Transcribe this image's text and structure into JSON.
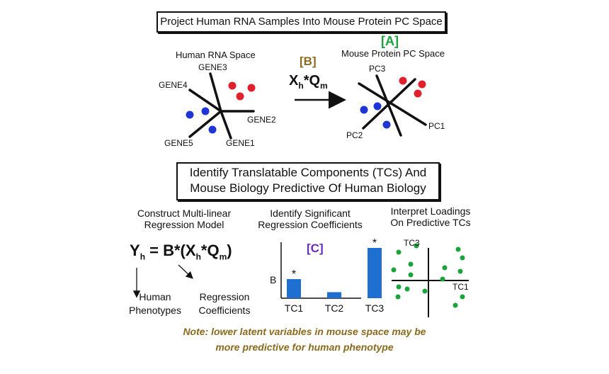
{
  "top": {
    "title": "Project Human RNA Samples Into Mouse Protein PC Space",
    "human_space_label": "Human RNA Space",
    "mouse_space_label": "Mouse Protein PC Space",
    "tag_a": "[A]",
    "tag_b": "[B]",
    "formula": {
      "x": "X",
      "h": "h",
      "mid": "*Q",
      "m": "m"
    },
    "genes": [
      "GENE1",
      "GENE2",
      "GENE3",
      "GENE4",
      "GENE5"
    ],
    "pcs": [
      "PC1",
      "PC2",
      "PC3"
    ]
  },
  "middle": {
    "title_line1": "Identify Translatable Components (TCs) And",
    "title_line2": "Mouse Biology Predictive Of Human Biology"
  },
  "bottom": {
    "col1": {
      "title_line1": "Construct Multi-linear",
      "title_line2": "Regression Model",
      "formula": {
        "y": "Y",
        "h": "h",
        "eq": " = B*(X",
        "h2": "h",
        "mid": "*Q",
        "m": "m",
        "close": ")"
      },
      "arrow1_line1": "Human",
      "arrow1_line2": "Phenotypes",
      "arrow2_line1": "Regression",
      "arrow2_line2": "Coefficients"
    },
    "col2": {
      "title_line1": "Identify Significant",
      "title_line2": "Regression Coefficients",
      "tag_c": "[C]",
      "ylabel": "B",
      "star": "*"
    },
    "col3": {
      "title_line1": "Interpret Loadings",
      "title_line2": "On Predictive TCs",
      "tc_y": "TC3",
      "tc_x": "TC1"
    }
  },
  "note": {
    "line1": "Note: lower latent variables in mouse space may be",
    "line2": "more predictive for human phenotype"
  },
  "chart_data": {
    "type": "bar",
    "categories": [
      "TC1",
      "TC2",
      "TC3"
    ],
    "values": [
      0.38,
      0.12,
      1.0
    ],
    "significant": [
      true,
      false,
      true
    ],
    "ylim": [
      0,
      1.0
    ],
    "ylabel": "B",
    "bar_color": "#1f6fd1"
  },
  "colors": {
    "red": "#e0212b",
    "blue": "#1f36d6",
    "green": "#1aa33a",
    "tag_a": "#1aa33a",
    "tag_b": "#8a6a1e",
    "tag_c": "#6a2bbd",
    "bar": "#1f6fd1",
    "note": "#8a6a1e"
  }
}
